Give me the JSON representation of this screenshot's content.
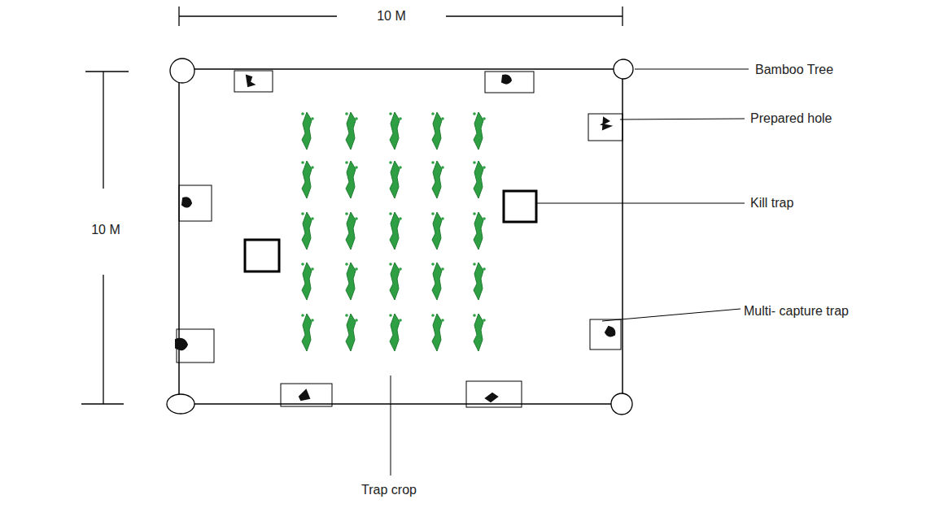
{
  "diagram": {
    "labels": [
      "10 M",
      "10 M",
      "Bamboo Tree",
      "Prepared hole",
      "Kill trap",
      "Multi- capture trap",
      "Trap crop"
    ]
  }
}
